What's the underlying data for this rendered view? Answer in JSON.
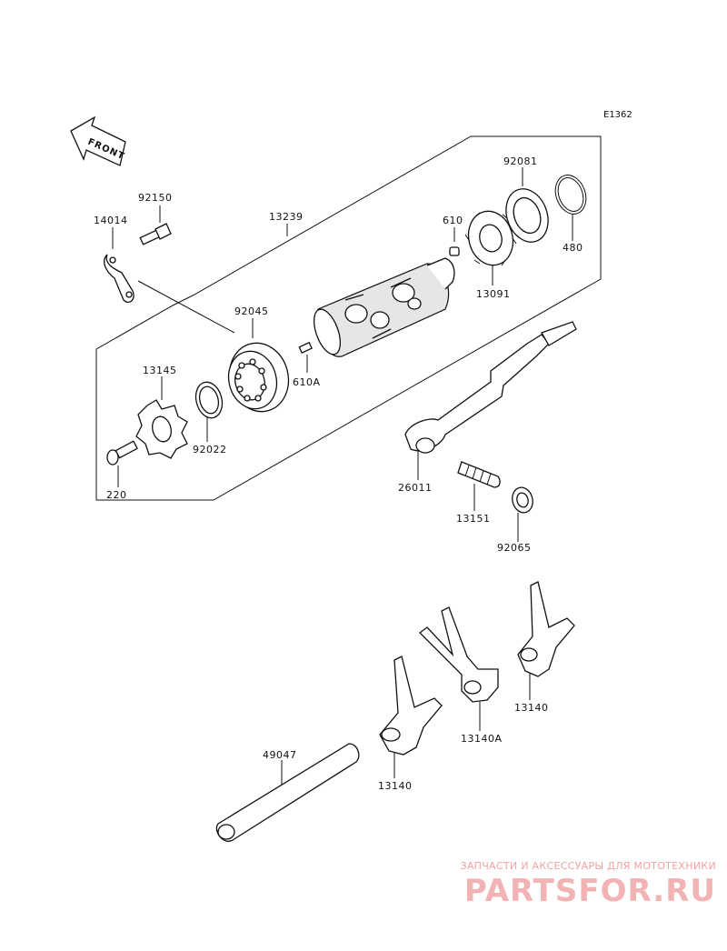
{
  "figure_code": "E1362",
  "front_label": "FRONT",
  "parts": {
    "p92150": "92150",
    "p14014": "14014",
    "p13239": "13239",
    "p610": "610",
    "p92081": "92081",
    "p480": "480",
    "p13091": "13091",
    "p92045": "92045",
    "p610A": "610A",
    "p13145": "13145",
    "p92022": "92022",
    "p220": "220",
    "p26011": "26011",
    "p13151": "13151",
    "p92065": "92065",
    "p13140_right": "13140",
    "p13140A": "13140A",
    "p13140_left": "13140",
    "p49047": "49047"
  },
  "watermark": {
    "subtitle": "ЗАПЧАСТИ И АКСЕССУАРЫ ДЛЯ МОТОТЕХНИКИ",
    "logo": "PARTSFOR.RU",
    "color": "#f2b3b5"
  }
}
